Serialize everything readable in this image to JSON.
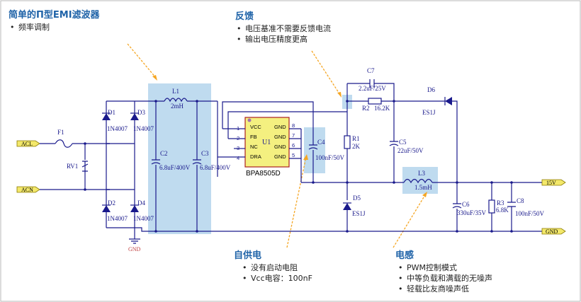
{
  "annotations": {
    "emi": {
      "title": "简单的Π型EMI滤波器",
      "bullets": [
        "频率调制"
      ]
    },
    "feedback": {
      "title": "反馈",
      "bullets": [
        "电压基准不需要反馈电流",
        "输出电压精度更高"
      ]
    },
    "selfsupply": {
      "title": "自供电",
      "bullets": [
        "没有启动电阻",
        "Vcc电容：100nF"
      ]
    },
    "inductor": {
      "title": "电感",
      "bullets": [
        "PWM控制模式",
        "中等负载和满载的无噪声",
        "轻载比友商噪声低"
      ]
    }
  },
  "circuit": {
    "ports": {
      "acl": "ACL",
      "acn": "ACN",
      "out": "15V",
      "gnd_out": "GND",
      "gnd_sym": "GND"
    },
    "components": {
      "f1": "F1",
      "rv1": "RV1",
      "d1": "D1",
      "d1v": "1N4007",
      "d2": "D2",
      "d2v": "1N4007",
      "d3": "D3",
      "d3v": "1N4007",
      "d4": "D4",
      "d4v": "1N4007",
      "l1": "L1",
      "l1v": "2mH",
      "c2": "C2",
      "c2v": "6.8uF/400V",
      "c3": "C3",
      "c3v": "6.8uF/400V",
      "u1": "U1",
      "u1v": "BPA8505D",
      "c4": "C4",
      "c4v": "100nF/50V",
      "c7": "C7",
      "c7v": "2.2uF/25V",
      "r2": "R2",
      "r2v": "16.2K",
      "d6": "D6",
      "d6v": "ES1J",
      "r1": "R1",
      "r1v": "2K",
      "c5": "C5",
      "c5v": "22uF/50V",
      "d5": "D5",
      "d5v": "ES1J",
      "l3": "L3",
      "l3v": "1.5mH",
      "c6": "C6",
      "c6v": "330uF/35V",
      "r3": "R3",
      "r3v": "6.8K",
      "c8": "C8",
      "c8v": "100nF/50V"
    },
    "u1_pins": {
      "vcc": "VCC",
      "fb": "FB",
      "nc": "NC",
      "dra": "DRA",
      "gnd": "GND",
      "n1": "1",
      "n2": "2",
      "n3": "3",
      "n4": "4",
      "n5": "5",
      "n6": "6",
      "n7": "7",
      "n8": "8"
    }
  }
}
